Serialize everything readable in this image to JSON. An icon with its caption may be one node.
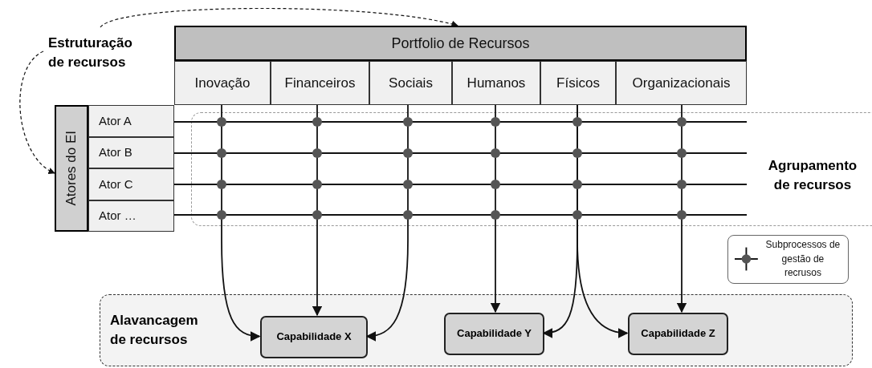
{
  "diagram": {
    "nodes": [
      {
        "text": [
          "Portfolio de Recursos"
        ]
      },
      {
        "text": [
          "Inovação"
        ]
      },
      {
        "text": [
          "Financeiros"
        ]
      },
      {
        "text": [
          "Sociais"
        ]
      },
      {
        "text": [
          "Humanos"
        ]
      },
      {
        "text": [
          "Físicos"
        ]
      },
      {
        "text": [
          "Organizacionais"
        ]
      },
      {
        "text": [
          "Atores do EI"
        ]
      },
      {
        "text": [
          "Ator A"
        ]
      },
      {
        "text": [
          "Ator B"
        ]
      },
      {
        "text": [
          "Ator C"
        ]
      },
      {
        "text": [
          "Ator …"
        ]
      },
      {
        "text": [
          "Estruturação de recursos"
        ]
      },
      {
        "text": [
          "Alavancagem de recursos"
        ]
      },
      {
        "text": [
          "Capabilidade X"
        ],
        "in": 13
      },
      {
        "text": [
          "Capabilidade Y"
        ],
        "in": 13
      },
      {
        "text": [
          "Capabilidade Z"
        ],
        "in": 13
      }
    ],
    "edges": [
      {
        "from": 12,
        "to": 0,
        "arrow": "to",
        "style": "dashed"
      },
      {
        "from": 12,
        "to": 7,
        "arrow": "to",
        "style": "dashed"
      },
      {
        "from": 1,
        "to": 14,
        "arrow": "to"
      },
      {
        "from": 2,
        "to": 14,
        "arrow": "to"
      },
      {
        "from": 3,
        "to": 14,
        "arrow": "to"
      },
      {
        "from": 4,
        "to": 15,
        "arrow": "to"
      },
      {
        "from": 5,
        "to": 15,
        "arrow": "to"
      },
      {
        "from": 5,
        "to": 16,
        "arrow": "to"
      },
      {
        "from": 6,
        "to": 16,
        "arrow": "to"
      }
    ],
    "labels": [
      "Agrupamento de recursos"
    ],
    "legend": [
      {
        "text": "Subprocessos de gestão de recrusos"
      }
    ]
  }
}
